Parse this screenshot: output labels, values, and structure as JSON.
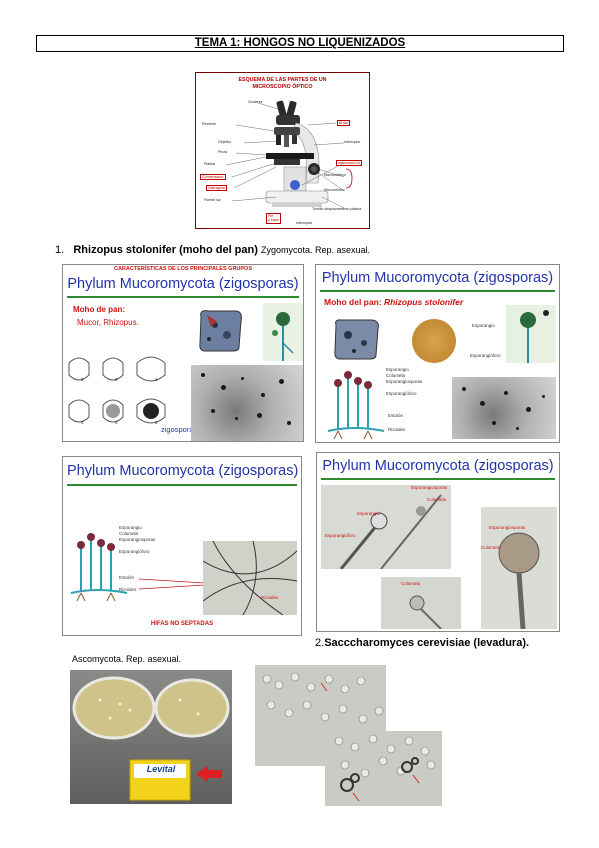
{
  "page": {
    "title": "TEMA 1: HONGOS NO LIQUENIZADOS"
  },
  "microscope": {
    "title_line1": "ESQUEMA DE LAS PARTES DE UN",
    "title_line2": "MICROSCOPIO ÓPTICO",
    "labels": {
      "oculares": "Oculares",
      "revolver": "Revólver",
      "objetivo": "Objetivo",
      "pinza": "Pinza",
      "platina": "Platina",
      "condensador": "Condensador",
      "diafragma": "Diafragma",
      "fuente_luz": "Fuente luz",
      "brazo": "Brazo",
      "interruptor": "Interruptor",
      "intensidad_luz": "Intensidad luz",
      "macrometrico": "Macrométrico",
      "micrometrico": "Micrométrico",
      "tornillo": "Tornillo desplazamiento platina",
      "pie": "Pie",
      "base": "o base",
      "interruptor2": "Interruptor"
    }
  },
  "section1": {
    "number": "1.",
    "heading": "Rhizopus stolonifer (moho del pan)",
    "sub": "Zygomycota. Rep. asexual."
  },
  "slides": {
    "s1": {
      "top_caption": "CARACTERÍSTICAS DE LOS PRINCIPALES GRUPOS",
      "title": "Phylum Mucoromycota (zigosporas)",
      "moho_label": "Moho de pan:",
      "moho_examples": "Mucor, Rhizopus.",
      "zigosporas": "zigosporas.",
      "stages": [
        "1",
        "2",
        "3",
        "4",
        "5",
        "6"
      ]
    },
    "s2": {
      "title": "Phylum Mucoromycota (zigosporas)",
      "subtitle_plain": "Moho del pan: ",
      "subtitle_italic": "Rhizopus stolonifer",
      "labels": [
        "Esporangio",
        "Columela",
        "Esporangiosporas",
        "Esporangióforo",
        "Estolón",
        "Rizoides",
        "Esporangio",
        "Esporangióforo"
      ]
    },
    "s3": {
      "title": "Phylum Mucoromycota (zigosporas)",
      "labels": [
        "Esporangio",
        "Columela",
        "Esporangiosporas",
        "Esporangióforo",
        "Estolón",
        "Rizoides",
        "Rizoides"
      ],
      "footer": "HIFAS NO SEPTADAS"
    },
    "s4": {
      "title": "Phylum Mucoromycota (zigosporas)",
      "labels": [
        "Esporangiosporas",
        "Columela",
        "Esporangio",
        "Esporangióforo",
        "Columela",
        "Esporangiosporas",
        "Columela"
      ]
    }
  },
  "section2": {
    "number": "2.",
    "heading": "Sacccharomyces cerevisiae (levadura).",
    "sub": "Ascomycota. Rep. asexual.",
    "yeast_brand": "Levital"
  }
}
